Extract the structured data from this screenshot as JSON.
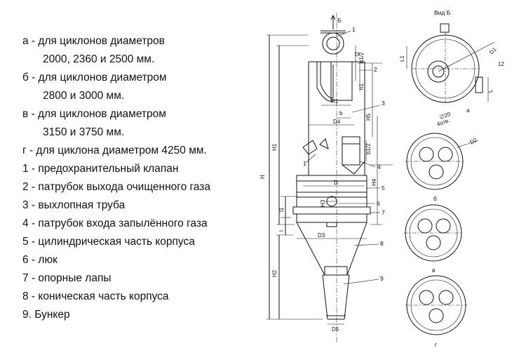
{
  "legend": [
    {
      "text": "а - для циклонов диаметров",
      "indent": false
    },
    {
      "text": "2000, 2360 и 2500 мм.",
      "indent": true
    },
    {
      "text": "б - для циклонов диаметром",
      "indent": false
    },
    {
      "text": "2800 и 3000 мм.",
      "indent": true
    },
    {
      "text": "в - для циклонов диаметром",
      "indent": false
    },
    {
      "text": "3150 и 3750 мм.",
      "indent": true
    },
    {
      "text": "г - для циклона диаметром 4250 мм.",
      "indent": false
    },
    {
      "text": "1 - предохранительный клапан",
      "indent": false
    },
    {
      "text": "2 - патрубок выхода очищенного газа",
      "indent": false
    },
    {
      "text": "3 - выхлопная труба",
      "indent": false
    },
    {
      "text": "4 - патрубок входа запылённого газа",
      "indent": false
    },
    {
      "text": "5 - цилиндрическая часть корпуса",
      "indent": false
    },
    {
      "text": "6 - люк",
      "indent": false
    },
    {
      "text": "7 - опорные лапы",
      "indent": false
    },
    {
      "text": "8 - коническая часть корпуса",
      "indent": false
    },
    {
      "text": "9. Бункер",
      "indent": false
    }
  ],
  "drawing": {
    "dims": {
      "H": "H",
      "H1": "H1",
      "H2": "H2",
      "H3": "H3",
      "H4": "H4",
      "H5": "H5",
      "l": "l",
      "l1": "l1",
      "l2": "l2",
      "n1": "n1",
      "n1_2": "n1/2",
      "b": "b",
      "b1_2": "b1/2",
      "R1": "R1",
      "D": "D",
      "D3": "D3",
      "D4": "D4",
      "D5": "D5",
      "L": "L",
      "L1": "L1",
      "D1": "D1",
      "D2": "D2",
      "d20": "∅20",
      "holes": "4отв.",
      "dim12": "12"
    },
    "view_title": "Вид Б",
    "arrow_b": "Б",
    "callouts": [
      "1",
      "2",
      "3",
      "4",
      "5",
      "6",
      "7",
      "8",
      "9"
    ],
    "variants": [
      "а",
      "б",
      "в",
      "г"
    ]
  }
}
